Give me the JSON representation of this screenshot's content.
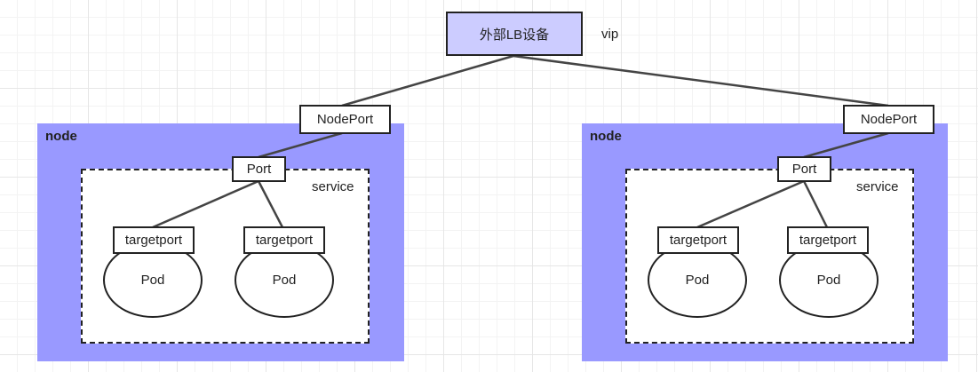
{
  "lb": {
    "label": "外部LB设备",
    "vip_label": "vip"
  },
  "nodes": [
    {
      "label": "node",
      "nodeport": "NodePort",
      "service_label": "service",
      "port": "Port",
      "pods": [
        {
          "targetport": "targetport",
          "label": "Pod"
        },
        {
          "targetport": "targetport",
          "label": "Pod"
        }
      ]
    },
    {
      "label": "node",
      "nodeport": "NodePort",
      "service_label": "service",
      "port": "Port",
      "pods": [
        {
          "targetport": "targetport",
          "label": "Pod"
        },
        {
          "targetport": "targetport",
          "label": "Pod"
        }
      ]
    }
  ],
  "colors": {
    "node_fill": "#9999ff",
    "lb_fill": "#ccccff",
    "stroke": "#222222",
    "connector": "#444444"
  }
}
